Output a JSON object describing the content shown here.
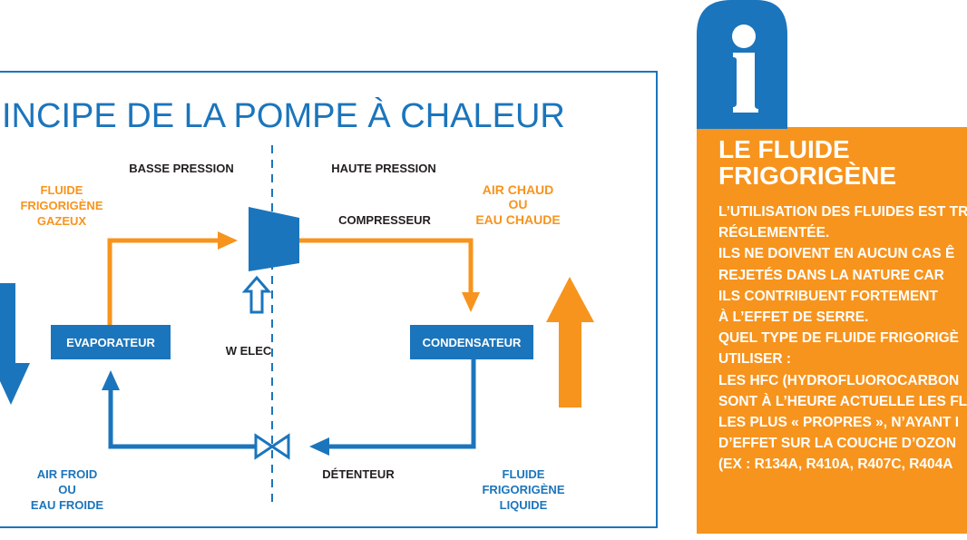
{
  "diagram": {
    "title": "INCIPE DE LA POMPE À CHALEUR",
    "low_pressure_label": "BASSE PRESSION",
    "high_pressure_label": "HAUTE PRESSION",
    "gas_fluid_label": [
      "FLUIDE",
      "FRIGORIGÈNE",
      "GAZEUX"
    ],
    "hot_output_label": [
      "AIR CHAUD",
      "OU",
      "EAU CHAUDE"
    ],
    "compressor_label": "COMPRESSEUR",
    "evaporator_label": "EVAPORATEUR",
    "condenser_label": "CONDENSATEUR",
    "power_label": "W ELEC",
    "cold_input_label": [
      "AIR FROID",
      "OU",
      "EAU FROIDE"
    ],
    "expansion_valve_label": "DÉTENTEUR",
    "liquid_fluid_label": [
      "FLUIDE",
      "FRIGORIGÈNE",
      "LIQUIDE"
    ]
  },
  "info_panel": {
    "icon": "info-icon",
    "title_lines": [
      "LE FLUIDE",
      "FRIGORIGÈNE"
    ],
    "body_lines": [
      "L’UTILISATION DES FLUIDES EST TR",
      "RÉGLEMENTÉE.",
      "ILS NE DOIVENT EN AUCUN CAS Ê",
      "REJETÉS DANS LA NATURE CAR",
      "ILS CONTRIBUENT FORTEMENT",
      "À L’EFFET DE SERRE.",
      "QUEL TYPE DE FLUIDE FRIGORIGÈ",
      "UTILISER :",
      "LES HFC (HYDROFLUOROCARBON",
      "SONT À L’HEURE ACTUELLE LES FL",
      "LES PLUS « PROPRES », N’AYANT I",
      "D’EFFET SUR LA COUCHE D’OZON",
      "(EX : R134A, R410A, R407C, R404A"
    ]
  },
  "colors": {
    "blue": "#1b75bc",
    "orange": "#f7941d",
    "dark_text": "#231f20"
  }
}
